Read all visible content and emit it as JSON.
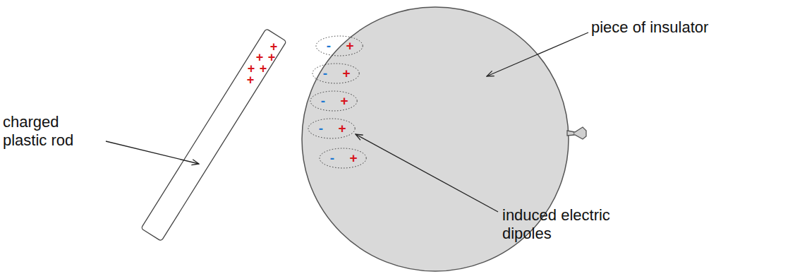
{
  "diagram": {
    "nodes": [
      {
        "text": [
          "-",
          "+"
        ]
      },
      {
        "text": [
          "-",
          "+"
        ]
      },
      {
        "text": [
          "-",
          "+"
        ]
      },
      {
        "text": [
          "-",
          "+"
        ]
      },
      {
        "text": [
          "-",
          "+"
        ]
      }
    ],
    "labels": [
      "+",
      "+",
      "+",
      "+",
      "+",
      "+",
      "charged plastic rod",
      "piece of insulator",
      "induced electric dipoles"
    ]
  }
}
